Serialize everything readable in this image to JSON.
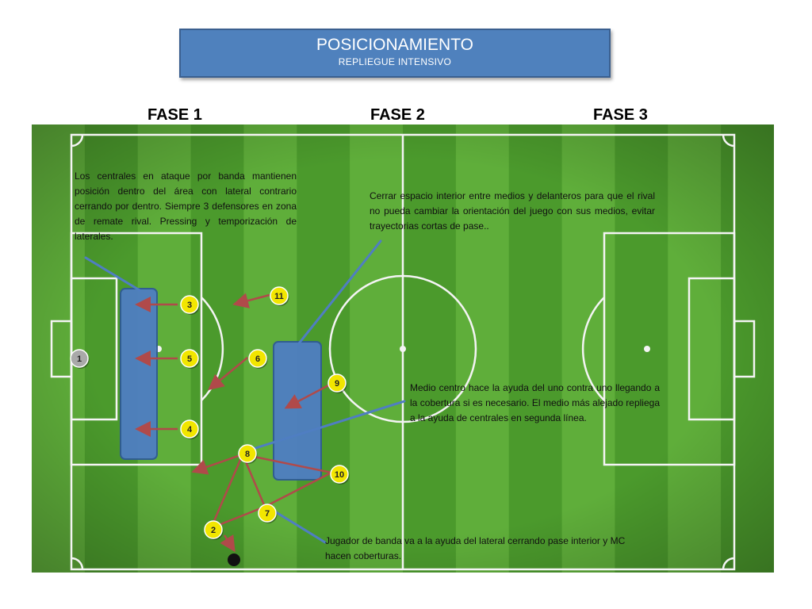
{
  "header": {
    "title": "POSICIONAMIENTO",
    "subtitle": "REPLIEGUE INTENSIVO"
  },
  "phases": [
    "FASE 1",
    "FASE 2",
    "FASE 3"
  ],
  "notes": {
    "fase1": "Los centrales en ataque por banda mantienen posición dentro del área con lateral contrario cerrando por dentro. Siempre 3 defensores en zona de remate rival. Pressing y temporización de laterales.",
    "fase2": "Cerrar espacio interior entre medios y delanteros para que el rival no pueda cambiar la orientación del juego con sus medios, evitar trayectorias cortas de pase..",
    "medio": "Medio centro hace la ayuda del uno contra uno llegando a la cobertura si es necesario. El medio más alejado repliega a la ayuda de centrales en segunda línea.",
    "banda": "Jugador de banda va a la ayuda del lateral cerrando pase interior y MC hacen coberturas."
  },
  "players": [
    {
      "label": "1",
      "color": "#a9a9a9"
    },
    {
      "label": "3",
      "color": "#f2e600"
    },
    {
      "label": "5",
      "color": "#f2e600"
    },
    {
      "label": "4",
      "color": "#f2e600"
    },
    {
      "label": "11",
      "color": "#f2e600"
    },
    {
      "label": "6",
      "color": "#f2e600"
    },
    {
      "label": "9",
      "color": "#f2e600"
    },
    {
      "label": "8",
      "color": "#f2e600"
    },
    {
      "label": "10",
      "color": "#f2e600"
    },
    {
      "label": "7",
      "color": "#f2e600"
    },
    {
      "label": "2",
      "color": "#f2e600"
    }
  ],
  "colors": {
    "grass_light": "#5fae3a",
    "grass_dark": "#4b9a2c",
    "zone": "#4f7ec2",
    "arrow": "#b04a4a",
    "pointer": "#4f7ec2"
  }
}
